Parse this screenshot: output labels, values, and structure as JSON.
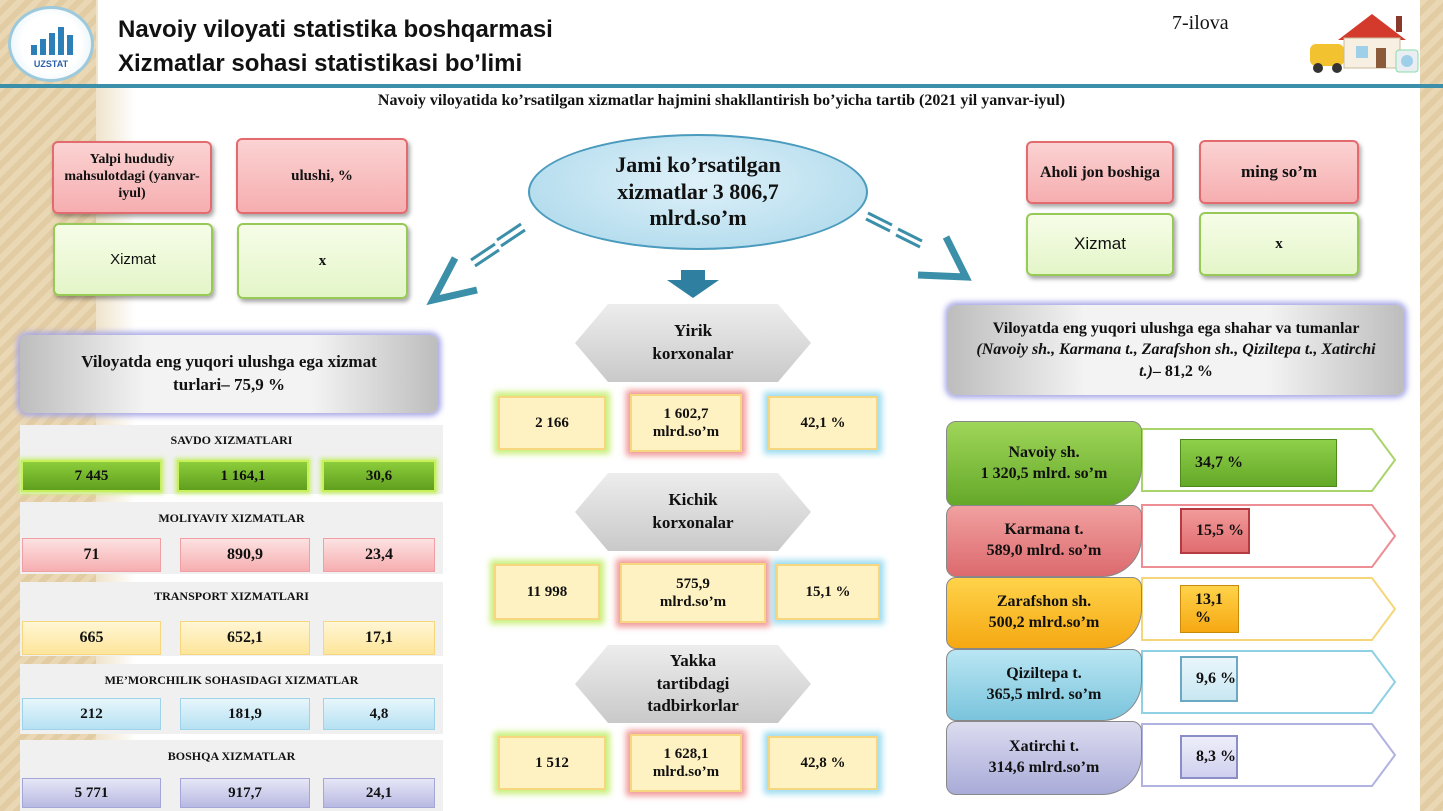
{
  "header": {
    "logo_text": "UZSTAT",
    "title_line1": "Navoiy viloyati statistika boshqarmasi",
    "title_line2": "Xizmatlar sohasi statistikasi bo’limi",
    "annex": "7-ilova",
    "illustration_icon": "house-services-icon"
  },
  "subtitle": "Navoiy viloyatida ko’rsatilgan xizmatlar hajmini shakllantirish bo’yicha tartib (2021 yil yanvar-iyul)",
  "center": {
    "total": "Jami ko’rsatilgan xizmatlar 3 806,7 mlrd.so’m",
    "groups": [
      {
        "label": "Yirik korxonalar",
        "count": "2 166",
        "volume": "1 602,7 mlrd.so’m",
        "share": "42,1 %"
      },
      {
        "label": "Kichik korxonalar",
        "count": "11 998",
        "volume": "575,9 mlrd.so’m",
        "share": "15,1 %"
      },
      {
        "label": "Yakka tartibdagi tadbirkorlar",
        "count": "1 512",
        "volume": "1 628,1 mlrd.so’m",
        "share": "42,8 %"
      }
    ]
  },
  "left_info": {
    "label1": "Yalpi hududiy mahsulotdagi (yanvar-iyul)",
    "label2": "ulushi, %",
    "value_label": "Xizmat",
    "value": "x"
  },
  "right_info": {
    "label1": "Aholi jon boshiga",
    "label2": "ming so’m",
    "value_label": "Xizmat",
    "value": "x"
  },
  "left_panel": {
    "title": "Viloyatda eng yuqori ulushga ega xizmat turlari– 75,9 %",
    "categories": [
      {
        "name": "SAVDO XIZMATLARI",
        "values": [
          "7 445",
          "1 164,1",
          "30,6"
        ]
      },
      {
        "name": "MOLIYAVIY XIZMATLAR",
        "values": [
          "71",
          "890,9",
          "23,4"
        ]
      },
      {
        "name": "TRANSPORT XIZMATLARI",
        "values": [
          "665",
          "652,1",
          "17,1"
        ]
      },
      {
        "name": "ME’MORCHILIK SOHASIDAGI XIZMATLAR",
        "values": [
          "212",
          "181,9",
          "4,8"
        ]
      },
      {
        "name": "BOSHQA XIZMATLAR",
        "values": [
          "5 771",
          "917,7",
          "24,1"
        ]
      }
    ]
  },
  "right_panel": {
    "title_plain": "Viloyatda eng yuqori ulushga ega shahar va tumanlar",
    "title_italic": "(Navoiy sh., Karmana t., Zarafshon sh., Qiziltepa t., Xatirchi t.)",
    "title_suffix": "– 81,2 %",
    "districts": [
      {
        "name": "Navoiy sh.",
        "volume": "1 320,5 mlrd. so’m",
        "share": "34,7 %",
        "share_value": 34.7
      },
      {
        "name": "Karmana t.",
        "volume": "589,0 mlrd. so’m",
        "share": "15,5 %",
        "share_value": 15.5
      },
      {
        "name": "Zarafshon sh.",
        "volume": "500,2 mlrd.so’m",
        "share": "13,1 %",
        "share_value": 13.1
      },
      {
        "name": "Qiziltepa t.",
        "volume": "365,5 mlrd. so’m",
        "share": "9,6 %",
        "share_value": 9.6
      },
      {
        "name": "Xatirchi t.",
        "volume": "314,6 mlrd.so’m",
        "share": "8,3 %",
        "share_value": 8.3
      }
    ]
  }
}
